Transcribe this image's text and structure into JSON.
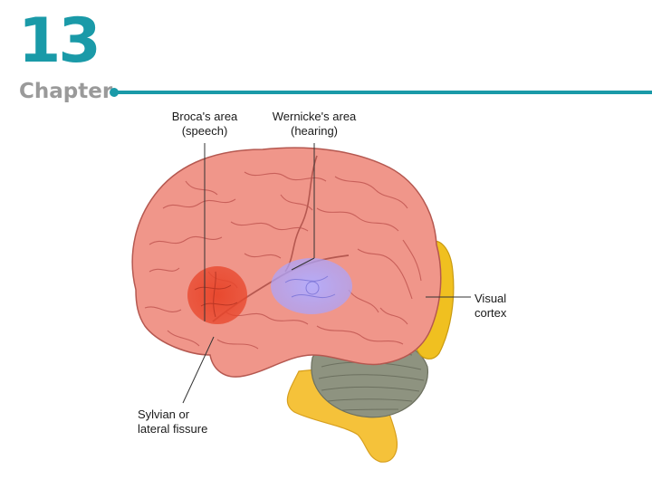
{
  "header": {
    "chapter_number": "13",
    "chapter_word": "Chapter",
    "accent_color": "#1a9aa8"
  },
  "labels": {
    "broca": {
      "line1": "Broca's area",
      "line2": "(speech)"
    },
    "wernicke": {
      "line1": "Wernicke's area",
      "line2": "(hearing)"
    },
    "visual": {
      "line1": "Visual",
      "line2": "cortex"
    },
    "sylvian": {
      "line1": "Sylvian or",
      "line2": "lateral fissure"
    }
  },
  "colors": {
    "cerebrum": "#f0968a",
    "cerebrum_sulci": "#c8605a",
    "broca_region": "#e8452a",
    "wernicke_region": "#a9a4ff",
    "visual_region": "#f0c020",
    "cerebellum": "#8e9380",
    "brainstem": "#f5c23a"
  }
}
